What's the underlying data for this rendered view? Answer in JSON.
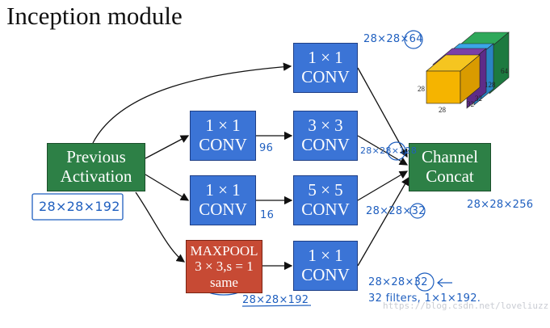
{
  "title": "Inception module",
  "boxes": {
    "prev": [
      "Previous",
      "Activation"
    ],
    "conv1_top": [
      "1 × 1",
      "CONV"
    ],
    "conv1_a": [
      "1 × 1",
      "CONV"
    ],
    "conv3": [
      "3 × 3",
      "CONV"
    ],
    "conv1_b": [
      "1 × 1",
      "CONV"
    ],
    "conv5": [
      "5 × 5",
      "CONV"
    ],
    "maxpool": [
      "MAXPOOL",
      "3 × 3,s = 1",
      "same"
    ],
    "conv1_c": [
      "1 × 1",
      "CONV"
    ],
    "concat": [
      "Channel",
      "Concat"
    ]
  },
  "annotations": {
    "input_dim": "28×28×192",
    "top_out": "28×28×64",
    "c96": "96",
    "c128": "28×28×128",
    "c16": "16",
    "c32": "28×28×32",
    "out": "28×28×256",
    "pool_out": "28×28×192",
    "pool_conv_out": "28×28×32",
    "filters": "32 filters, 1×1×192."
  },
  "cube": {
    "w": "28",
    "h": "28",
    "d1": "32",
    "d2": "32",
    "d3": "128",
    "d4": "64"
  },
  "watermark": "https://blog.csdn.net/loveliuzz",
  "colors": {
    "conv": "#3b74d6",
    "green": "#2d8046",
    "pool": "#c74a34",
    "ink": "#1f5fbf"
  }
}
